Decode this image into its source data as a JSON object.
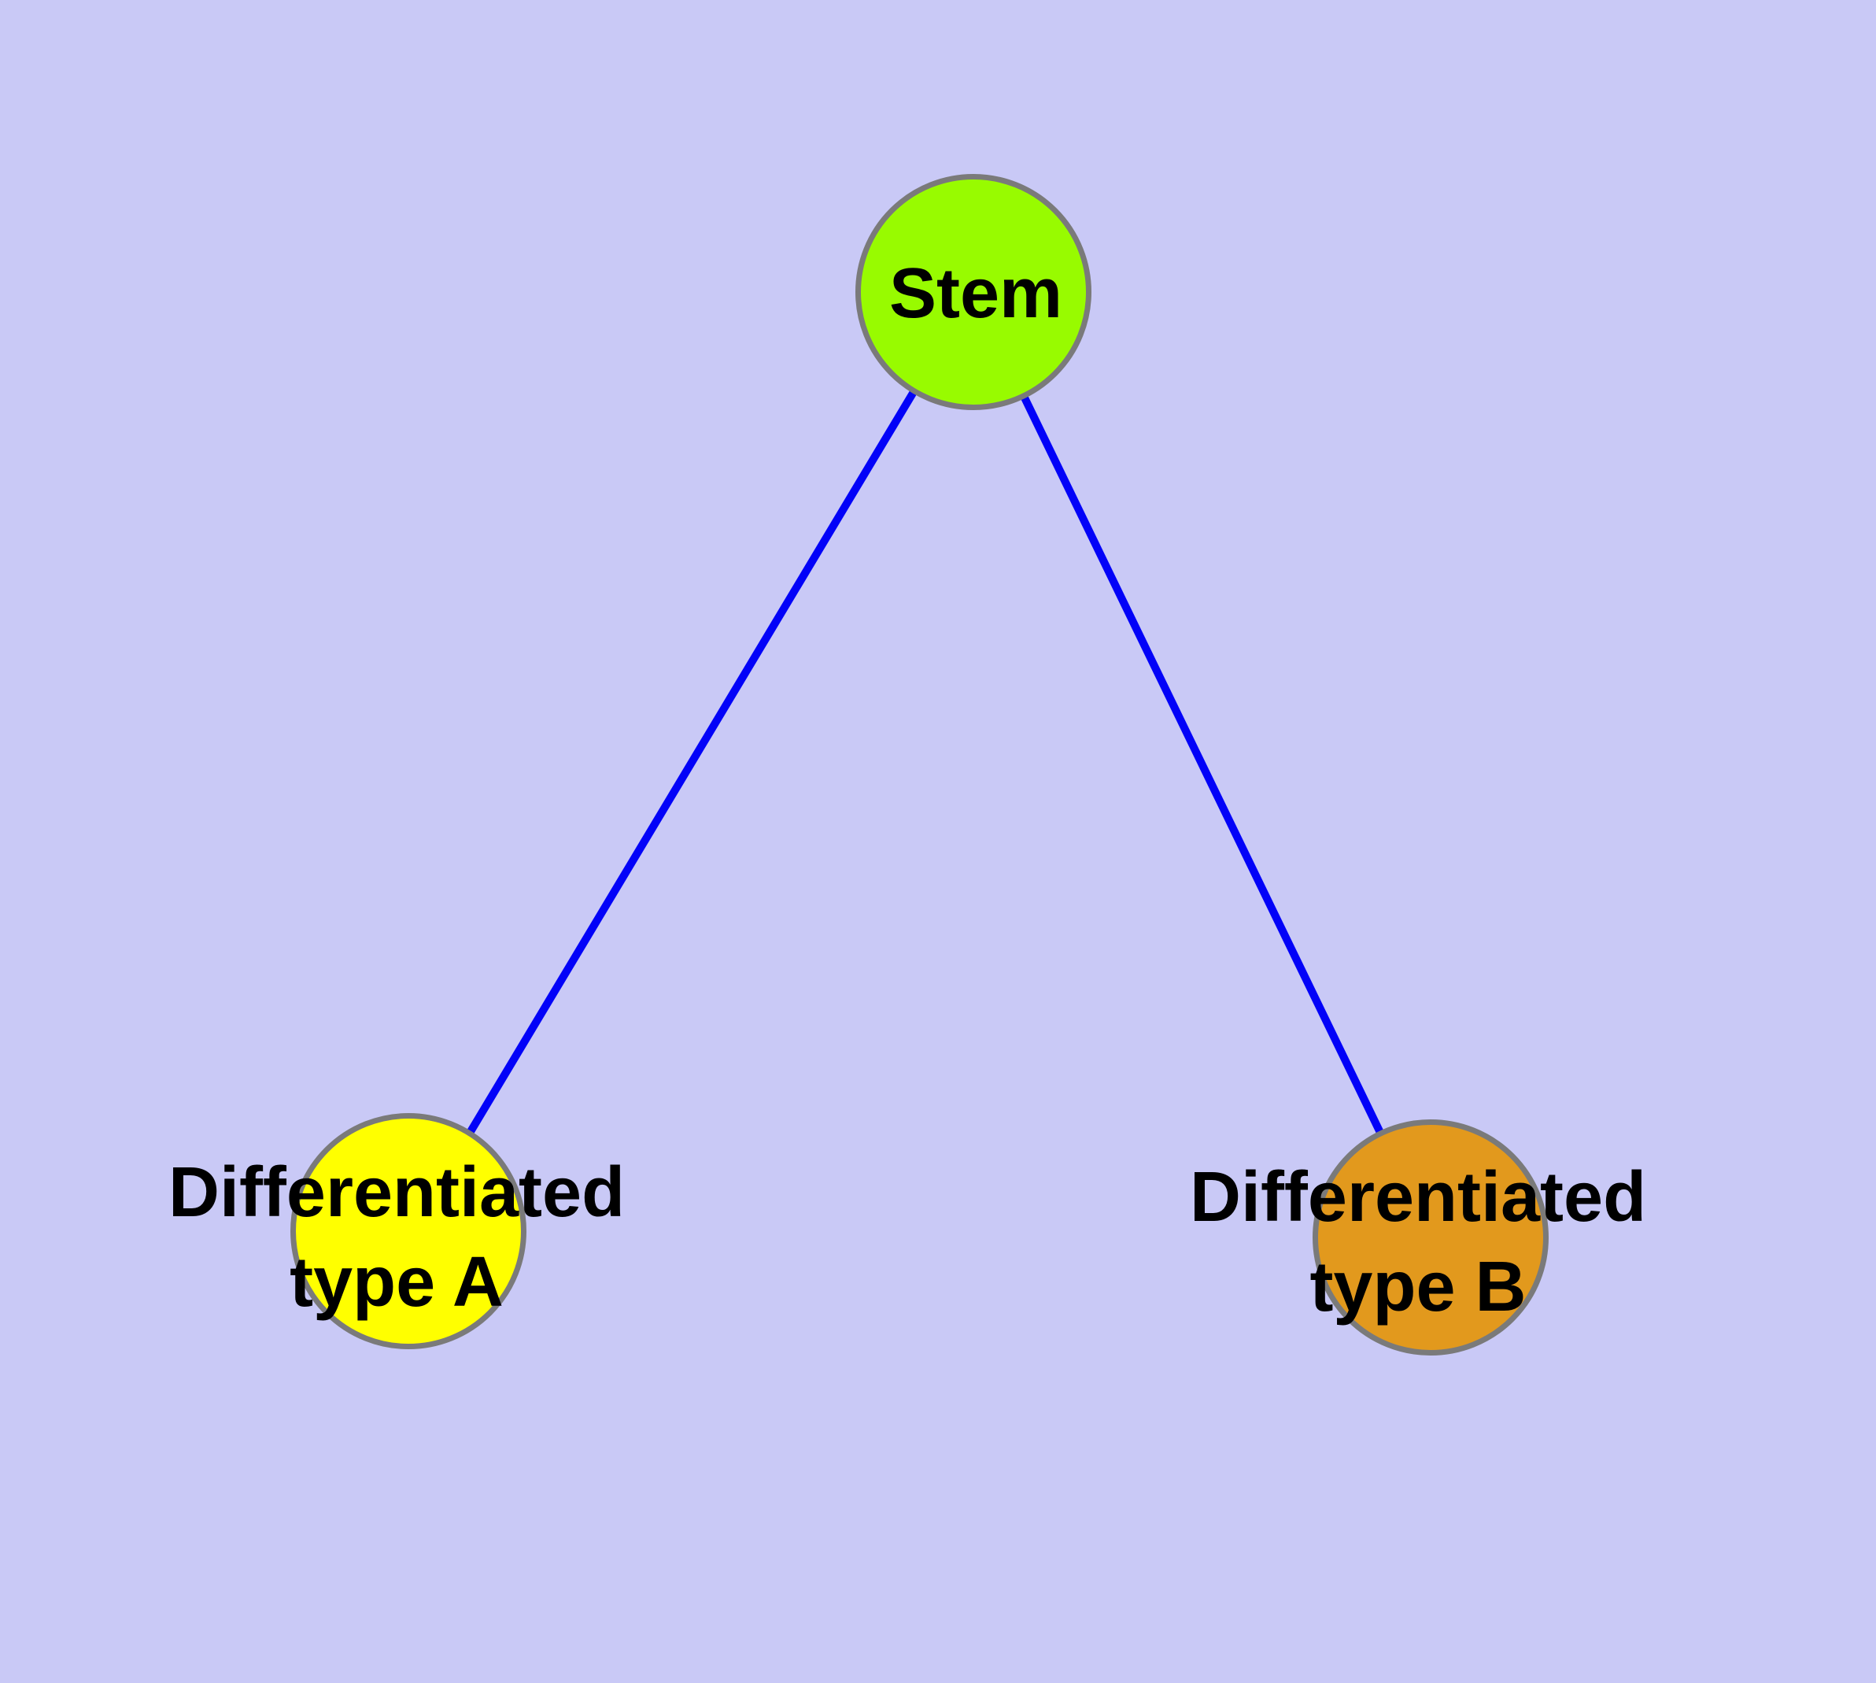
{
  "figure": {
    "background_color": "#C9C9F6",
    "node_border_color": "#7A7A7A",
    "edge_color": "#0202F8",
    "text_color": "#000000"
  },
  "graph": {
    "nodes": [
      {
        "id": "stem",
        "label": "Stem",
        "fill": "#98FB00",
        "border": "#7A7A7A"
      },
      {
        "id": "type-a",
        "label": "Differentiated type A",
        "label_lines": [
          "Differentiated",
          "type A"
        ],
        "fill": "#FFFF00",
        "border": "#7A7A7A"
      },
      {
        "id": "type-b",
        "label": "Differentiated type B",
        "label_lines": [
          "Differentiated",
          "type B"
        ],
        "fill": "#E2991D",
        "border": "#7A7A7A"
      }
    ],
    "edges": [
      {
        "from": "stem",
        "to": "type-a",
        "color": "#0202F8"
      },
      {
        "from": "stem",
        "to": "type-b",
        "color": "#0202F8"
      }
    ]
  }
}
